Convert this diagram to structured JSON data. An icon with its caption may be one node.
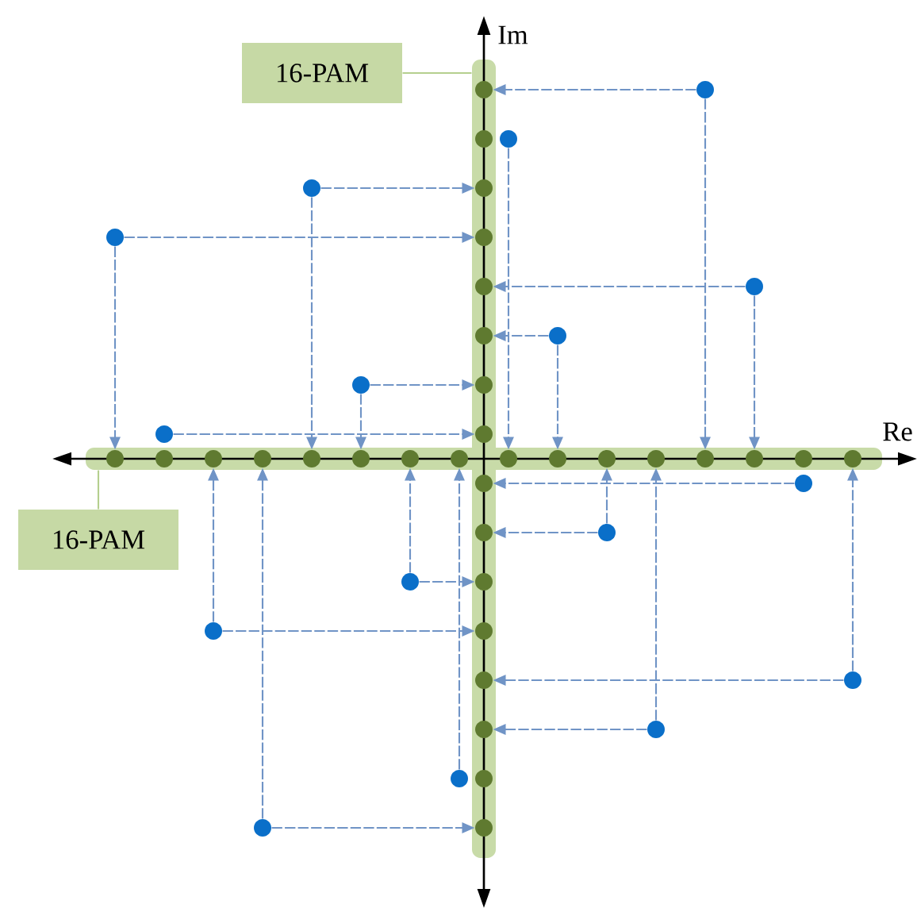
{
  "diagram": {
    "nodes": [
      {
        "text": [
          "16-PAM"
        ]
      },
      {
        "text": [
          "16-PAM"
        ]
      },
      {
        "text": [],
        "shape": "bar"
      },
      {
        "text": [],
        "shape": "bar"
      },
      {
        "text": [],
        "shape": "circle",
        "in": 2
      },
      {
        "text": [],
        "shape": "circle",
        "in": 2
      },
      {
        "text": [],
        "shape": "circle",
        "in": 2
      },
      {
        "text": [],
        "shape": "circle",
        "in": 2
      },
      {
        "text": [],
        "shape": "circle",
        "in": 2
      },
      {
        "text": [],
        "shape": "circle",
        "in": 2
      },
      {
        "text": [],
        "shape": "circle",
        "in": 2
      },
      {
        "text": [],
        "shape": "circle",
        "in": 2
      },
      {
        "text": [],
        "shape": "circle",
        "in": 2
      },
      {
        "text": [],
        "shape": "circle",
        "in": 2
      },
      {
        "text": [],
        "shape": "circle",
        "in": 2
      },
      {
        "text": [],
        "shape": "circle",
        "in": 2
      },
      {
        "text": [],
        "shape": "circle",
        "in": 2
      },
      {
        "text": [],
        "shape": "circle",
        "in": 2
      },
      {
        "text": [],
        "shape": "circle",
        "in": 2
      },
      {
        "text": [],
        "shape": "circle",
        "in": 2
      },
      {
        "text": [],
        "shape": "circle",
        "in": 3
      },
      {
        "text": [],
        "shape": "circle",
        "in": 3
      },
      {
        "text": [],
        "shape": "circle",
        "in": 3
      },
      {
        "text": [],
        "shape": "circle",
        "in": 3
      },
      {
        "text": [],
        "shape": "circle",
        "in": 3
      },
      {
        "text": [],
        "shape": "circle",
        "in": 3
      },
      {
        "text": [],
        "shape": "circle",
        "in": 3
      },
      {
        "text": [],
        "shape": "circle",
        "in": 3
      },
      {
        "text": [],
        "shape": "circle",
        "in": 3
      },
      {
        "text": [],
        "shape": "circle",
        "in": 3
      },
      {
        "text": [],
        "shape": "circle",
        "in": 3
      },
      {
        "text": [],
        "shape": "circle",
        "in": 3
      },
      {
        "text": [],
        "shape": "circle",
        "in": 3
      },
      {
        "text": [],
        "shape": "circle",
        "in": 3
      },
      {
        "text": [],
        "shape": "circle",
        "in": 3
      },
      {
        "text": [],
        "shape": "circle",
        "in": 3
      },
      {
        "text": [],
        "shape": "circle"
      },
      {
        "text": [],
        "shape": "circle"
      },
      {
        "text": [],
        "shape": "circle"
      },
      {
        "text": [],
        "shape": "circle"
      },
      {
        "text": [],
        "shape": "circle"
      },
      {
        "text": [],
        "shape": "circle"
      },
      {
        "text": [],
        "shape": "circle"
      },
      {
        "text": [],
        "shape": "circle"
      },
      {
        "text": [],
        "shape": "circle"
      },
      {
        "text": [],
        "shape": "circle"
      },
      {
        "text": [],
        "shape": "circle"
      },
      {
        "text": [],
        "shape": "circle"
      },
      {
        "text": [],
        "shape": "circle"
      },
      {
        "text": [],
        "shape": "circle"
      },
      {
        "text": [],
        "shape": "circle"
      },
      {
        "text": [],
        "shape": "circle"
      }
    ],
    "edges": [
      {
        "from": 0,
        "to": 2,
        "arrow": "none",
        "color": "#b5cf8e"
      },
      {
        "from": 1,
        "to": 3,
        "arrow": "none",
        "color": "#b5cf8e"
      },
      {
        "from": 36,
        "to": 4,
        "arrow": "to",
        "style": "dashed"
      },
      {
        "from": 36,
        "to": 32,
        "arrow": "to",
        "style": "dashed"
      },
      {
        "from": 37,
        "to": 28,
        "arrow": "to",
        "style": "dashed"
      },
      {
        "from": 38,
        "to": 6,
        "arrow": "to",
        "style": "dashed"
      },
      {
        "from": 38,
        "to": 24,
        "arrow": "to",
        "style": "dashed"
      },
      {
        "from": 39,
        "to": 7,
        "arrow": "to",
        "style": "dashed"
      },
      {
        "from": 39,
        "to": 20,
        "arrow": "to",
        "style": "dashed"
      },
      {
        "from": 40,
        "to": 8,
        "arrow": "to",
        "style": "dashed"
      },
      {
        "from": 40,
        "to": 33,
        "arrow": "to",
        "style": "dashed"
      },
      {
        "from": 41,
        "to": 9,
        "arrow": "to",
        "style": "dashed"
      },
      {
        "from": 41,
        "to": 29,
        "arrow": "to",
        "style": "dashed"
      },
      {
        "from": 42,
        "to": 10,
        "arrow": "to",
        "style": "dashed"
      },
      {
        "from": 42,
        "to": 25,
        "arrow": "to",
        "style": "dashed"
      },
      {
        "from": 43,
        "to": 11,
        "arrow": "to",
        "style": "dashed"
      },
      {
        "from": 44,
        "to": 12,
        "arrow": "to",
        "style": "dashed"
      },
      {
        "from": 45,
        "to": 13,
        "arrow": "to",
        "style": "dashed"
      },
      {
        "from": 45,
        "to": 30,
        "arrow": "to",
        "style": "dashed"
      },
      {
        "from": 46,
        "to": 14,
        "arrow": "to",
        "style": "dashed"
      },
      {
        "from": 46,
        "to": 26,
        "arrow": "to",
        "style": "dashed"
      },
      {
        "from": 47,
        "to": 15,
        "arrow": "to",
        "style": "dashed"
      },
      {
        "from": 47,
        "to": 22,
        "arrow": "to",
        "style": "dashed"
      },
      {
        "from": 48,
        "to": 16,
        "arrow": "to",
        "style": "dashed"
      },
      {
        "from": 48,
        "to": 35,
        "arrow": "to",
        "style": "dashed"
      },
      {
        "from": 49,
        "to": 17,
        "arrow": "to",
        "style": "dashed"
      },
      {
        "from": 49,
        "to": 31,
        "arrow": "to",
        "style": "dashed"
      },
      {
        "from": 50,
        "to": 27,
        "arrow": "to",
        "style": "dashed"
      },
      {
        "from": 51,
        "to": 19,
        "arrow": "to",
        "style": "dashed"
      },
      {
        "from": 51,
        "to": 23,
        "arrow": "to",
        "style": "dashed"
      }
    ],
    "labels": [
      "Im",
      "Re"
    ]
  }
}
